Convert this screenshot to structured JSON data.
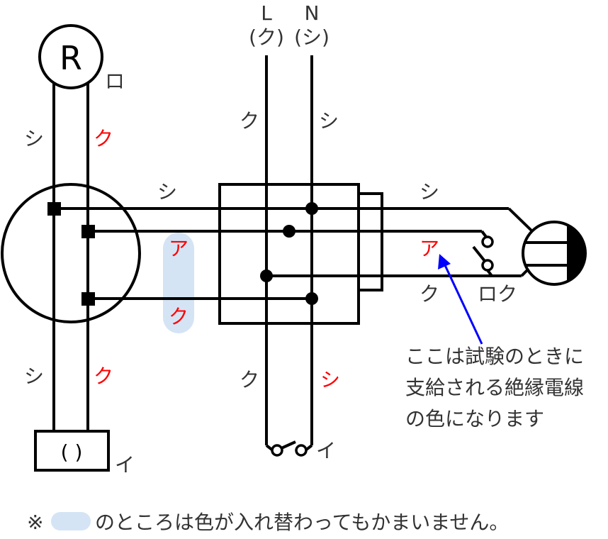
{
  "supply": {
    "L": "L",
    "N": "N",
    "L_color": "(ク)",
    "N_color": "(シ)"
  },
  "fixture_R": "R",
  "labels": {
    "ro_top": "ロ",
    "left_shi_top": "シ",
    "left_ku_top": "ク",
    "left_shi_bottom": "シ",
    "left_ku_bottom": "ク",
    "mid_shi": "シ",
    "mid_a": "ア",
    "mid_ku": "ク",
    "L_ku": "ク",
    "N_shi": "シ",
    "L_ku_bottom": "ク",
    "N_shi_bottom": "シ",
    "right_shi": "シ",
    "right_a": "ア",
    "right_ku": "ク",
    "ro_ku": "ロク",
    "i_bottom": "イ",
    "i_switch": "イ",
    "outlet": "(  )"
  },
  "annotation": {
    "lines": [
      "ここは試験のときに",
      "支給される絶縁電線",
      "の色になります"
    ]
  },
  "footer": {
    "prefix": "※",
    "text": "のところは色が入れ替わってもかまいません。"
  },
  "colors": {
    "highlight": "#d4e4f5",
    "arrow": "#0000ff",
    "red_label": "#ff0000"
  }
}
